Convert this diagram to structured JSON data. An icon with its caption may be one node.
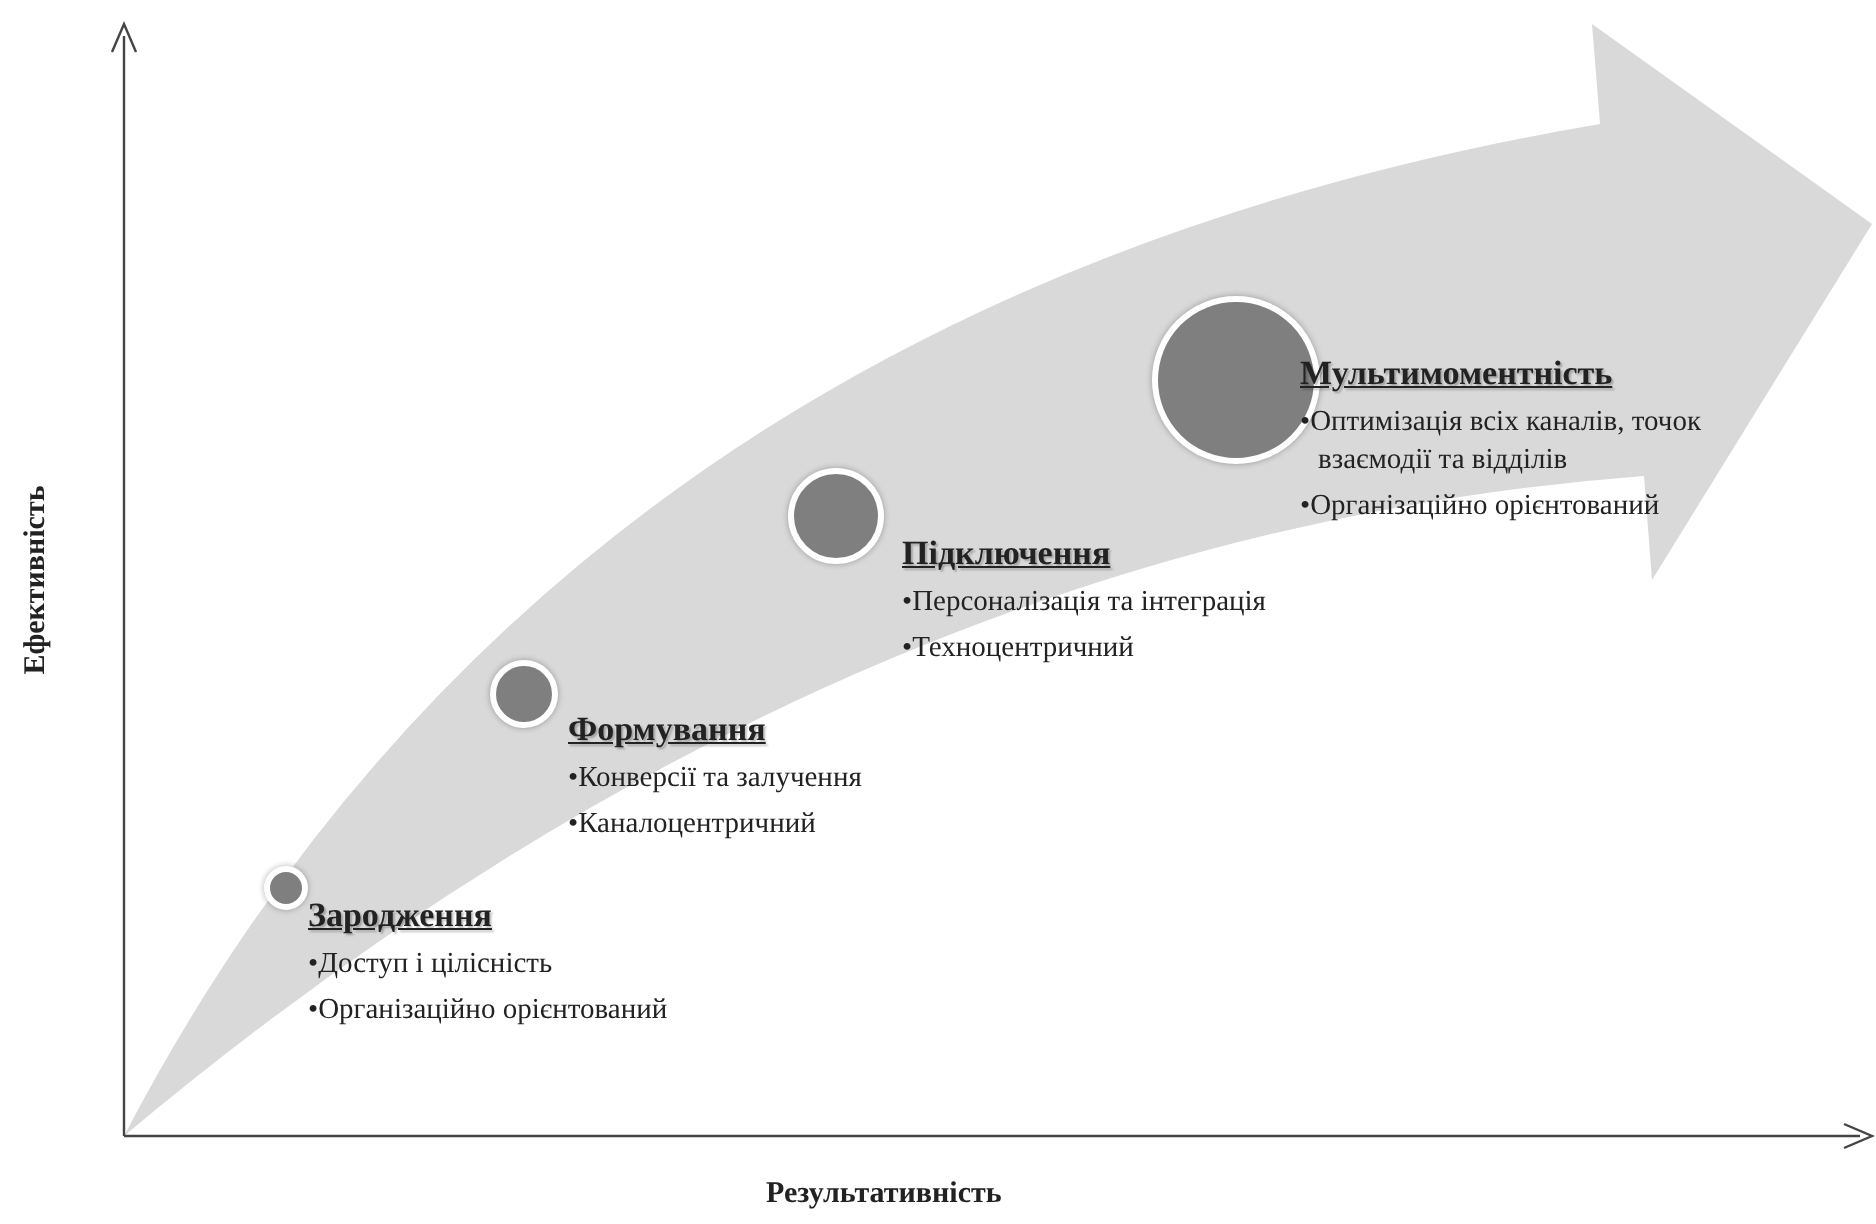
{
  "diagram": {
    "nodes": [
      {
        "text": [],
        "shape": "circle",
        "beside": [
          "Зародження",
          "•Доступ і цілісність",
          "•Організаційно орієнтований"
        ]
      },
      {
        "text": [],
        "shape": "circle",
        "beside": [
          "Формування",
          "•Конверсії та залучення",
          "•Каналоцентричний"
        ]
      },
      {
        "text": [],
        "shape": "circle",
        "beside": [
          "Підключення",
          "•Персоналізація та інтеграція",
          "•Техноцентричний"
        ]
      },
      {
        "text": [],
        "shape": "circle",
        "beside": [
          "Мультимоментність",
          "•Оптимізація всіх каналів, точок взаємодії та відділів",
          "•Організаційно орієнтований"
        ]
      }
    ],
    "edges": [],
    "labels": [
      "Ефективність",
      "Результативність"
    ]
  }
}
